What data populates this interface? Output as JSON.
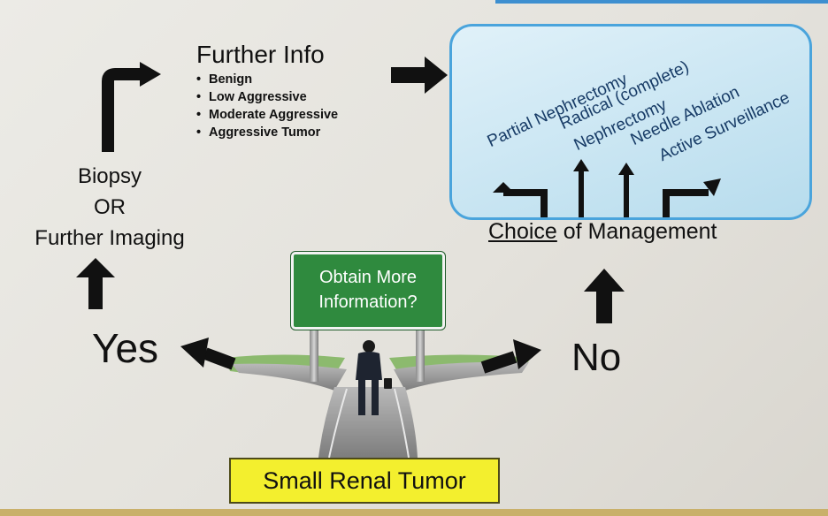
{
  "further_info": {
    "title": "Further Info",
    "items": [
      "Benign",
      "Low Aggressive",
      "Moderate Aggressive",
      "Aggressive Tumor"
    ]
  },
  "management_options": [
    "Partial Nephrectomy",
    "Radical (complete)",
    "Nephrectomy",
    "Needle Ablation",
    "Active Surveillance"
  ],
  "choice_label": {
    "underlined": "Choice",
    "rest": " of Management"
  },
  "biopsy": {
    "line1": "Biopsy",
    "line2": "OR",
    "line3": "Further Imaging"
  },
  "sign": {
    "line1": "Obtain More",
    "line2": "Information?"
  },
  "yes_label": "Yes",
  "no_label": "No",
  "start_label": "Small Renal Tumor",
  "colors": {
    "sign_green": "#2f8a3e",
    "box_border": "#4aa4dc",
    "label_yellow": "#f3ef2e",
    "option_text": "#173b66"
  }
}
